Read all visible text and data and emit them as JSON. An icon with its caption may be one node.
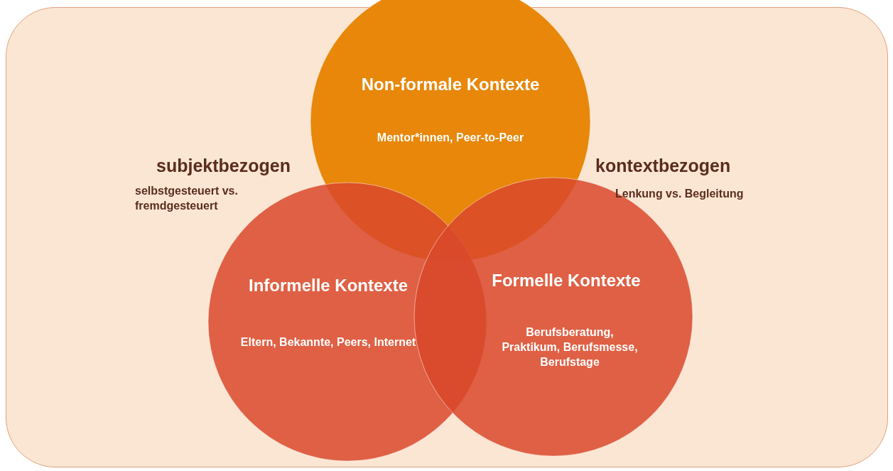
{
  "diagram": {
    "nodes": [
      {
        "text": [],
        "shape": "box"
      },
      {
        "text": [
          "Non-formale Kontexte",
          "Mentor*innen, Peer-to-Peer"
        ],
        "in": 0
      },
      {
        "text": [
          "Informelle Kontexte",
          "Eltern, Bekannte, Peers, Internet"
        ],
        "in": 0
      },
      {
        "text": [
          "Formelle Kontexte",
          "Berufsberatung, Praktikum, Berufsmesse, Berufstage"
        ],
        "in": 0
      }
    ],
    "edges": [],
    "labels": [
      "subjektbezogen",
      "selbstgesteuert vs. fremdgesteuert",
      "kontextbezogen",
      "Lenkung vs. Begleitung"
    ]
  }
}
